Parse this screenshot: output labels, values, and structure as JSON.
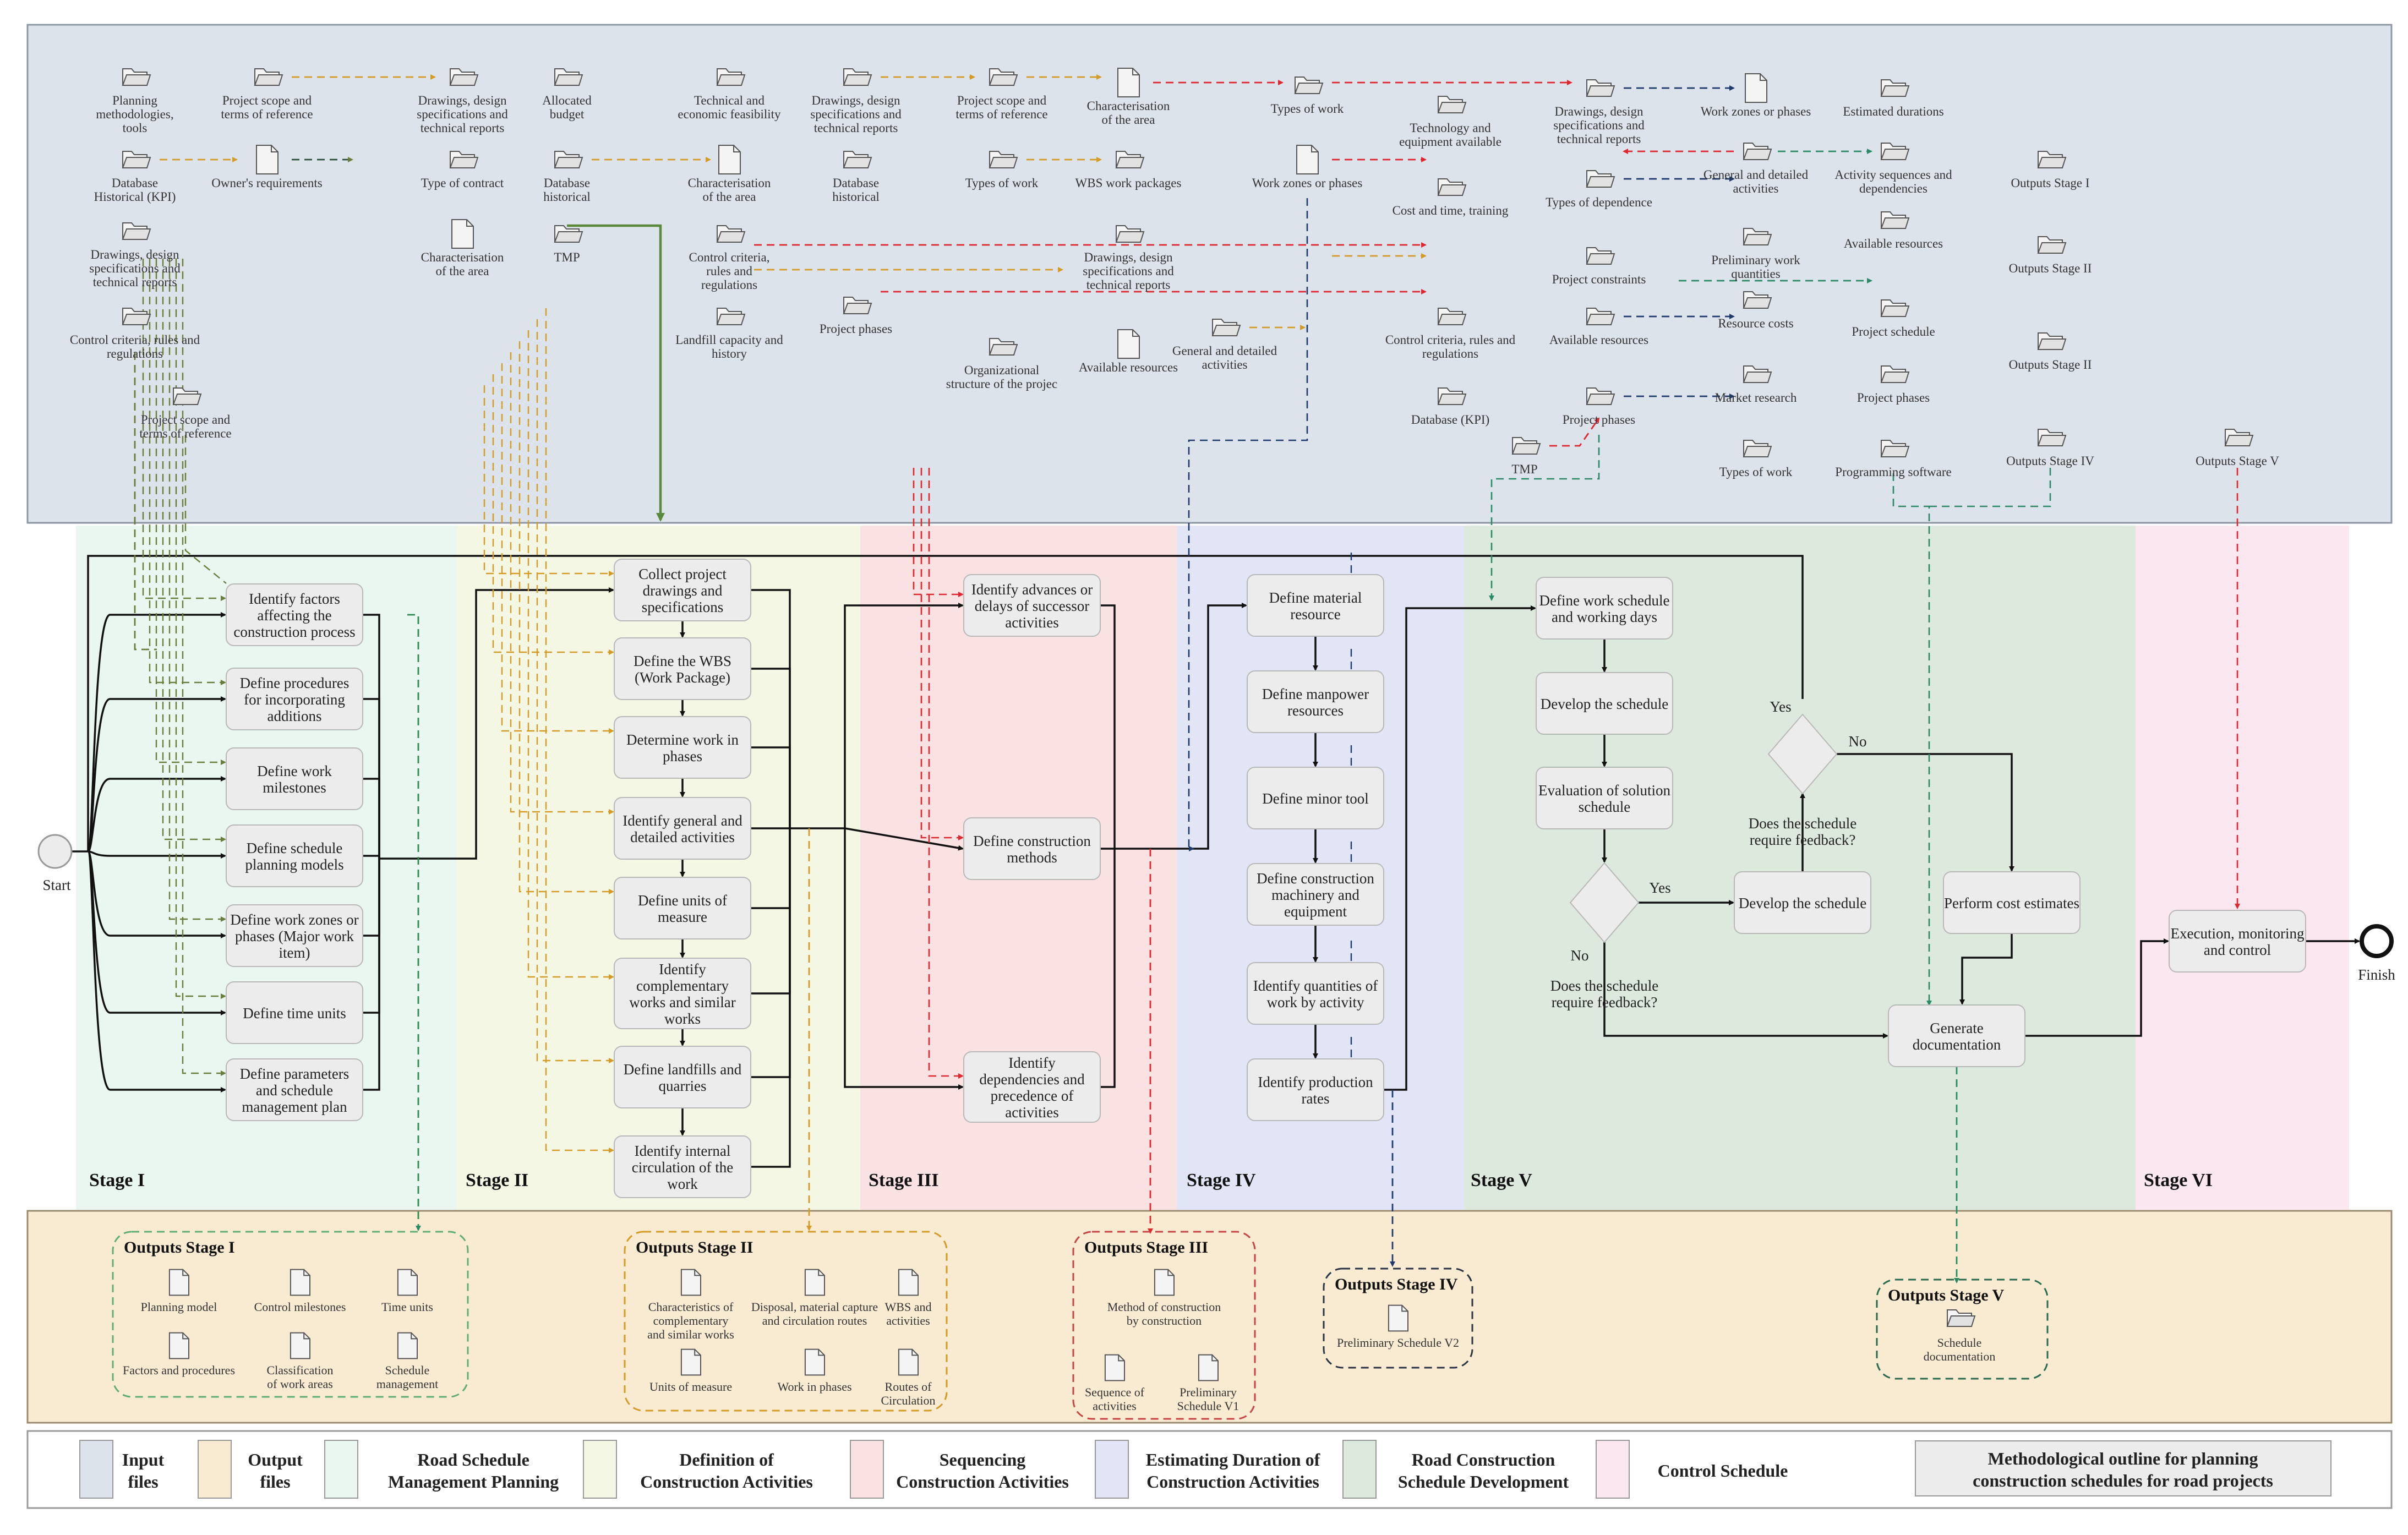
{
  "colors": {
    "input_bg": "#dde3ea",
    "output_bg": "#f9ebd2",
    "stage1": "#e9f7f0",
    "stage2": "#f4f7e4",
    "stage3": "#fbe2e2",
    "stage4": "#e1e5f5",
    "stage5": "#dde9dd",
    "stage6": "#fbe7ef",
    "orange": "#d49b27",
    "green": "#5b8a3c",
    "red": "#e0262e",
    "navy": "#1f3a6e",
    "teal": "#2a8a66",
    "olive": "#6b7d3a"
  },
  "input_files": [
    {
      "id": "f1",
      "label": [
        "Planning",
        "methodologies,",
        "tools"
      ],
      "icon": "folder-icon"
    },
    {
      "id": "f2",
      "label": [
        "Database",
        "Historical (KPI)"
      ],
      "icon": "folder-icon"
    },
    {
      "id": "f3",
      "label": [
        "Drawings, design",
        "specifications and",
        "technical reports"
      ],
      "icon": "folder-icon"
    },
    {
      "id": "f4",
      "label": [
        "Control criteria, rules and",
        "regulations"
      ],
      "icon": "folder-icon"
    },
    {
      "id": "f5",
      "label": [
        "Project scope and",
        "terms of reference"
      ],
      "icon": "folder-icon"
    },
    {
      "id": "f6",
      "label": [
        "Project scope and",
        "terms of reference"
      ],
      "icon": "folder-icon"
    },
    {
      "id": "f7",
      "label": [
        "Owner's requirements"
      ],
      "icon": "document-icon"
    },
    {
      "id": "f8",
      "label": [
        "Drawings, design",
        "specifications and",
        "technical reports"
      ],
      "icon": "folder-icon"
    },
    {
      "id": "f9",
      "label": [
        "Type of contract"
      ],
      "icon": "folder-icon"
    },
    {
      "id": "f10",
      "label": [
        "Characterisation",
        "of the area"
      ],
      "icon": "document-icon"
    },
    {
      "id": "f11",
      "label": [
        "Allocated",
        "budget"
      ],
      "icon": "folder-icon"
    },
    {
      "id": "f12",
      "label": [
        "Database",
        "historical"
      ],
      "icon": "folder-icon"
    },
    {
      "id": "f13",
      "label": [
        "TMP"
      ],
      "icon": "folder-icon"
    },
    {
      "id": "f14",
      "label": [
        "Technical and",
        "economic feasibility"
      ],
      "icon": "folder-icon"
    },
    {
      "id": "f15",
      "label": [
        "Characterisation",
        "of the area"
      ],
      "icon": "document-icon"
    },
    {
      "id": "f16",
      "label": [
        "Control criteria,",
        "rules and",
        "regulations"
      ],
      "icon": "folder-icon"
    },
    {
      "id": "f17",
      "label": [
        "Landfill capacity and",
        "history"
      ],
      "icon": "folder-icon"
    },
    {
      "id": "f18",
      "label": [
        "Drawings, design",
        "specifications and",
        "technical reports"
      ],
      "icon": "folder-icon"
    },
    {
      "id": "f19",
      "label": [
        "Database",
        "historical"
      ],
      "icon": "folder-icon"
    },
    {
      "id": "f20",
      "label": [
        "Project phases"
      ],
      "icon": "folder-icon"
    },
    {
      "id": "f21",
      "label": [
        "Project scope and",
        "terms of reference"
      ],
      "icon": "folder-icon"
    },
    {
      "id": "f22",
      "label": [
        "Types of work"
      ],
      "icon": "folder-icon"
    },
    {
      "id": "f23",
      "label": [
        "Organizational",
        "structure of the projec"
      ],
      "icon": "folder-icon"
    },
    {
      "id": "f24",
      "label": [
        "Characterisation",
        "of the area"
      ],
      "icon": "document-icon"
    },
    {
      "id": "f25",
      "label": [
        "WBS work packages"
      ],
      "icon": "folder-icon"
    },
    {
      "id": "f26",
      "label": [
        "Drawings, design",
        "specifications and",
        "technical reports"
      ],
      "icon": "folder-icon"
    },
    {
      "id": "f27",
      "label": [
        "Available resources"
      ],
      "icon": "document-icon"
    },
    {
      "id": "f28",
      "label": [
        "General and detailed",
        "activities"
      ],
      "icon": "folder-icon"
    },
    {
      "id": "f29",
      "label": [
        "Types of work"
      ],
      "icon": "folder-icon"
    },
    {
      "id": "f30",
      "label": [
        "Work zones or phases"
      ],
      "icon": "document-icon"
    },
    {
      "id": "f31",
      "label": [
        "Technology and",
        "equipment available"
      ],
      "icon": "folder-icon"
    },
    {
      "id": "f32",
      "label": [
        "Cost and time, training"
      ],
      "icon": "folder-icon"
    },
    {
      "id": "f33",
      "label": [
        "Control criteria, rules and",
        "regulations"
      ],
      "icon": "folder-icon"
    },
    {
      "id": "f34",
      "label": [
        "Database (KPI)"
      ],
      "icon": "folder-icon"
    },
    {
      "id": "f35",
      "label": [
        "TMP"
      ],
      "icon": "folder-icon"
    },
    {
      "id": "f36",
      "label": [
        "Drawings, design",
        "specifications and",
        "technical reports"
      ],
      "icon": "folder-icon"
    },
    {
      "id": "f37",
      "label": [
        "Types of dependence"
      ],
      "icon": "folder-icon"
    },
    {
      "id": "f38",
      "label": [
        "Project constraints"
      ],
      "icon": "folder-icon"
    },
    {
      "id": "f39",
      "label": [
        "Available resources"
      ],
      "icon": "folder-icon"
    },
    {
      "id": "f40",
      "label": [
        "Project phases"
      ],
      "icon": "folder-icon"
    },
    {
      "id": "f41",
      "label": [
        "Work zones or phases"
      ],
      "icon": "document-icon"
    },
    {
      "id": "f42",
      "label": [
        "General and detailed",
        "activities"
      ],
      "icon": "folder-icon"
    },
    {
      "id": "f43",
      "label": [
        "Preliminary work",
        "quantities"
      ],
      "icon": "folder-icon"
    },
    {
      "id": "f44",
      "label": [
        "Resource costs"
      ],
      "icon": "folder-icon"
    },
    {
      "id": "f45",
      "label": [
        "Market research"
      ],
      "icon": "folder-icon"
    },
    {
      "id": "f46",
      "label": [
        "Types of work"
      ],
      "icon": "folder-icon"
    },
    {
      "id": "f47",
      "label": [
        "Estimated durations"
      ],
      "icon": "folder-icon"
    },
    {
      "id": "f48",
      "label": [
        "Activity sequences and",
        "dependencies"
      ],
      "icon": "folder-icon"
    },
    {
      "id": "f49",
      "label": [
        "Available resources"
      ],
      "icon": "folder-icon"
    },
    {
      "id": "f50",
      "label": [
        "Project schedule"
      ],
      "icon": "folder-icon"
    },
    {
      "id": "f51",
      "label": [
        "Project phases"
      ],
      "icon": "folder-icon"
    },
    {
      "id": "f52",
      "label": [
        "Programming software"
      ],
      "icon": "folder-icon"
    },
    {
      "id": "f53",
      "label": [
        "Outputs Stage I"
      ],
      "icon": "folder-icon"
    },
    {
      "id": "f54",
      "label": [
        "Outputs Stage II"
      ],
      "icon": "folder-icon"
    },
    {
      "id": "f55",
      "label": [
        "Outputs Stage II"
      ],
      "icon": "folder-icon"
    },
    {
      "id": "f56",
      "label": [
        "Outputs Stage IV"
      ],
      "icon": "folder-icon"
    },
    {
      "id": "f57",
      "label": [
        "Outputs Stage V"
      ],
      "icon": "folder-icon"
    }
  ],
  "stages": [
    {
      "id": "s1",
      "label": "Stage I"
    },
    {
      "id": "s2",
      "label": "Stage II"
    },
    {
      "id": "s3",
      "label": "Stage III"
    },
    {
      "id": "s4",
      "label": "Stage IV"
    },
    {
      "id": "s5",
      "label": "Stage V"
    },
    {
      "id": "s6",
      "label": "Stage VI"
    }
  ],
  "processes": [
    {
      "id": "p1",
      "label": [
        "Identify factors",
        "affecting the",
        "construction process"
      ]
    },
    {
      "id": "p2",
      "label": [
        "Define procedures",
        "for incorporating",
        "additions"
      ]
    },
    {
      "id": "p3",
      "label": [
        "Define work",
        "milestones"
      ]
    },
    {
      "id": "p4",
      "label": [
        "Define schedule",
        "planning models"
      ]
    },
    {
      "id": "p5",
      "label": [
        "Define work zones or",
        "phases (Major work",
        "item)"
      ]
    },
    {
      "id": "p6",
      "label": [
        "Define time units"
      ]
    },
    {
      "id": "p7",
      "label": [
        "Define parameters",
        "and schedule",
        "management plan"
      ]
    },
    {
      "id": "p8",
      "label": [
        "Collect project",
        "drawings and",
        "specifications"
      ]
    },
    {
      "id": "p9",
      "label": [
        "Define the WBS",
        "(Work Package)"
      ]
    },
    {
      "id": "p10",
      "label": [
        "Determine work in",
        "phases"
      ]
    },
    {
      "id": "p11",
      "label": [
        "Identify general and",
        "detailed activities"
      ]
    },
    {
      "id": "p12",
      "label": [
        "Define units of",
        "measure"
      ]
    },
    {
      "id": "p13",
      "label": [
        "Identify",
        "complementary",
        "works and similar",
        "works"
      ]
    },
    {
      "id": "p14",
      "label": [
        "Define landfills and",
        "quarries"
      ]
    },
    {
      "id": "p15",
      "label": [
        "Identify internal",
        "circulation of the",
        "work"
      ]
    },
    {
      "id": "p16",
      "label": [
        "Identify advances or",
        "delays of successor",
        "activities"
      ]
    },
    {
      "id": "p17",
      "label": [
        "Define construction",
        "methods"
      ]
    },
    {
      "id": "p18",
      "label": [
        "Identify",
        "dependencies and",
        "precedence of",
        "activities"
      ]
    },
    {
      "id": "p19",
      "label": [
        "Define material",
        "resource"
      ]
    },
    {
      "id": "p20",
      "label": [
        "Define manpower",
        "resources"
      ]
    },
    {
      "id": "p21",
      "label": [
        "Define minor tool"
      ]
    },
    {
      "id": "p22",
      "label": [
        "Define construction",
        "machinery and",
        "equipment"
      ]
    },
    {
      "id": "p23",
      "label": [
        "Identify quantities of",
        "work by activity"
      ]
    },
    {
      "id": "p24",
      "label": [
        "Identify production",
        "rates"
      ]
    },
    {
      "id": "p25",
      "label": [
        "Define work schedule",
        "and working days"
      ]
    },
    {
      "id": "p26",
      "label": [
        "Develop the schedule"
      ]
    },
    {
      "id": "p27",
      "label": [
        "Evaluation of solution",
        "schedule"
      ]
    },
    {
      "id": "p28",
      "label": [
        "Develop the schedule"
      ]
    },
    {
      "id": "p29",
      "label": [
        "Perform cost estimates"
      ]
    },
    {
      "id": "p30",
      "label": [
        "Generate",
        "documentation"
      ]
    },
    {
      "id": "p31",
      "label": [
        "Execution, monitoring",
        "and control"
      ]
    }
  ],
  "decisions": [
    {
      "id": "d1",
      "question": [
        "Does the schedule",
        "require feedback?"
      ],
      "yes": "Yes",
      "no": "No"
    },
    {
      "id": "d2",
      "question": [
        "Does the schedule",
        "require feedback?"
      ],
      "yes": "Yes",
      "no": "No"
    }
  ],
  "events": {
    "start": "Start",
    "finish": "Finish"
  },
  "outputs": [
    {
      "id": "o1",
      "title": "Outputs Stage I",
      "items": [
        {
          "label": [
            "Planning model"
          ]
        },
        {
          "label": [
            "Control milestones"
          ]
        },
        {
          "label": [
            "Time units"
          ]
        },
        {
          "label": [
            "Factors and procedures"
          ]
        },
        {
          "label": [
            "Classification",
            "of work areas"
          ]
        },
        {
          "label": [
            "Schedule",
            "management"
          ]
        }
      ]
    },
    {
      "id": "o2",
      "title": "Outputs Stage II",
      "items": [
        {
          "label": [
            "Characteristics of",
            "complementary",
            "and similar works"
          ]
        },
        {
          "label": [
            "Disposal, material capture",
            "and circulation routes"
          ]
        },
        {
          "label": [
            "WBS and",
            "activities"
          ]
        },
        {
          "label": [
            "Units of measure"
          ]
        },
        {
          "label": [
            "Work in phases"
          ]
        },
        {
          "label": [
            "Routes of",
            "Circulation"
          ]
        }
      ]
    },
    {
      "id": "o3",
      "title": "Outputs Stage III",
      "items": [
        {
          "label": [
            "Method of construction",
            "by construction"
          ]
        },
        {
          "label": [
            "Sequence of",
            "activities"
          ]
        },
        {
          "label": [
            "Preliminary",
            "Schedule V1"
          ]
        }
      ]
    },
    {
      "id": "o4",
      "title": "Outputs Stage IV",
      "items": [
        {
          "label": [
            "Preliminary Schedule V2"
          ]
        }
      ]
    },
    {
      "id": "o5",
      "title": "Outputs Stage V",
      "items": [
        {
          "label": [
            "Schedule",
            "documentation"
          ]
        }
      ]
    }
  ],
  "legend": [
    {
      "label": [
        "Input",
        "files"
      ],
      "color": "#dde3ea"
    },
    {
      "label": [
        "Output",
        "files"
      ],
      "color": "#f9ebd2"
    },
    {
      "label": [
        "Road Schedule",
        "Management Planning"
      ],
      "color": "#e9f7f0"
    },
    {
      "label": [
        "Definition of",
        "Construction Activities"
      ],
      "color": "#f4f7e4"
    },
    {
      "label": [
        "Sequencing",
        "Construction Activities"
      ],
      "color": "#fbe2e2"
    },
    {
      "label": [
        "Estimating Duration of",
        "Construction Activities"
      ],
      "color": "#e1e5f5"
    },
    {
      "label": [
        "Road Construction",
        "Schedule Development"
      ],
      "color": "#dde9dd"
    },
    {
      "label": [
        "Control Schedule"
      ],
      "color": "#fbe7ef"
    }
  ],
  "legend_title": [
    "Methodological outline for planning",
    "construction schedules for road projects"
  ]
}
